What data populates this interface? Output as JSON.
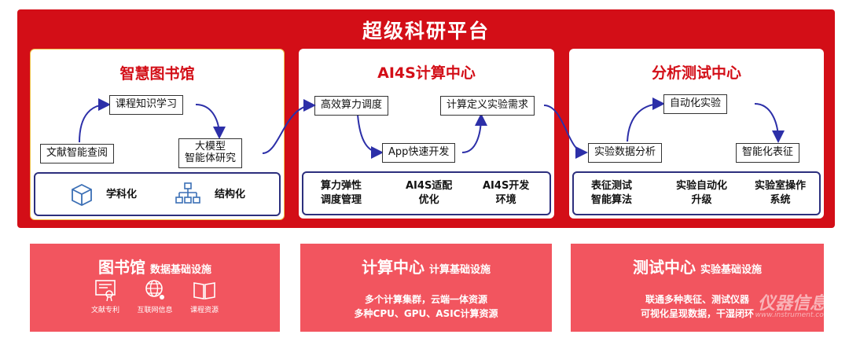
{
  "banner": {
    "title": "超级科研平台"
  },
  "library": {
    "title": "智慧图书馆",
    "nodes": {
      "course": "课程知识学习",
      "literature": "文献智能查阅",
      "model_line1": "大模型",
      "model_line2": "智能体研究"
    },
    "features": [
      "学科化",
      "结构化"
    ],
    "colors": {
      "icon": "#3b6fb5"
    }
  },
  "ai4s": {
    "title": "AI4S计算中心",
    "nodes": {
      "schedule": "高效算力调度",
      "experiment": "计算定义实验需求",
      "app": "App快速开发"
    },
    "features": [
      {
        "line1": "算力弹性",
        "line2": "调度管理"
      },
      {
        "line1": "AI4S适配",
        "line2": "优化"
      },
      {
        "line1": "AI4S开发",
        "line2": "环境"
      }
    ]
  },
  "analysis": {
    "title": "分析测试中心",
    "nodes": {
      "auto": "自动化实验",
      "data": "实验数据分析",
      "characterize": "智能化表征"
    },
    "features": [
      {
        "line1": "表征测试",
        "line2": "智能算法"
      },
      {
        "line1": "实验自动化",
        "line2": "升级"
      },
      {
        "line1": "实验室操作",
        "line2": "系统"
      }
    ]
  },
  "bottom": {
    "library": {
      "title": "图书馆",
      "subtitle": "数据基础设施",
      "resources": [
        {
          "label": "文献专利",
          "icon": "certificate-icon"
        },
        {
          "label": "互联网信息",
          "icon": "globe-icon"
        },
        {
          "label": "课程资源",
          "icon": "book-icon"
        }
      ]
    },
    "compute": {
      "title": "计算中心",
      "subtitle": "计算基础设施",
      "line1": "多个计算集群，云端一体资源",
      "line2": "多种CPU、GPU、ASIC计算资源"
    },
    "test": {
      "title": "测试中心",
      "subtitle": "实验基础设施",
      "line1": "联通多种表征、测试仪器",
      "line2": "可视化呈现数据，干湿闭环"
    }
  },
  "watermark": {
    "text": "仪器信息网",
    "url": "www.instrument.com.cn"
  },
  "colors": {
    "banner": "#d30e17",
    "panel_border": "#2c2f7d",
    "arrow": "#2c2fa8",
    "pink": "#f2555f"
  }
}
